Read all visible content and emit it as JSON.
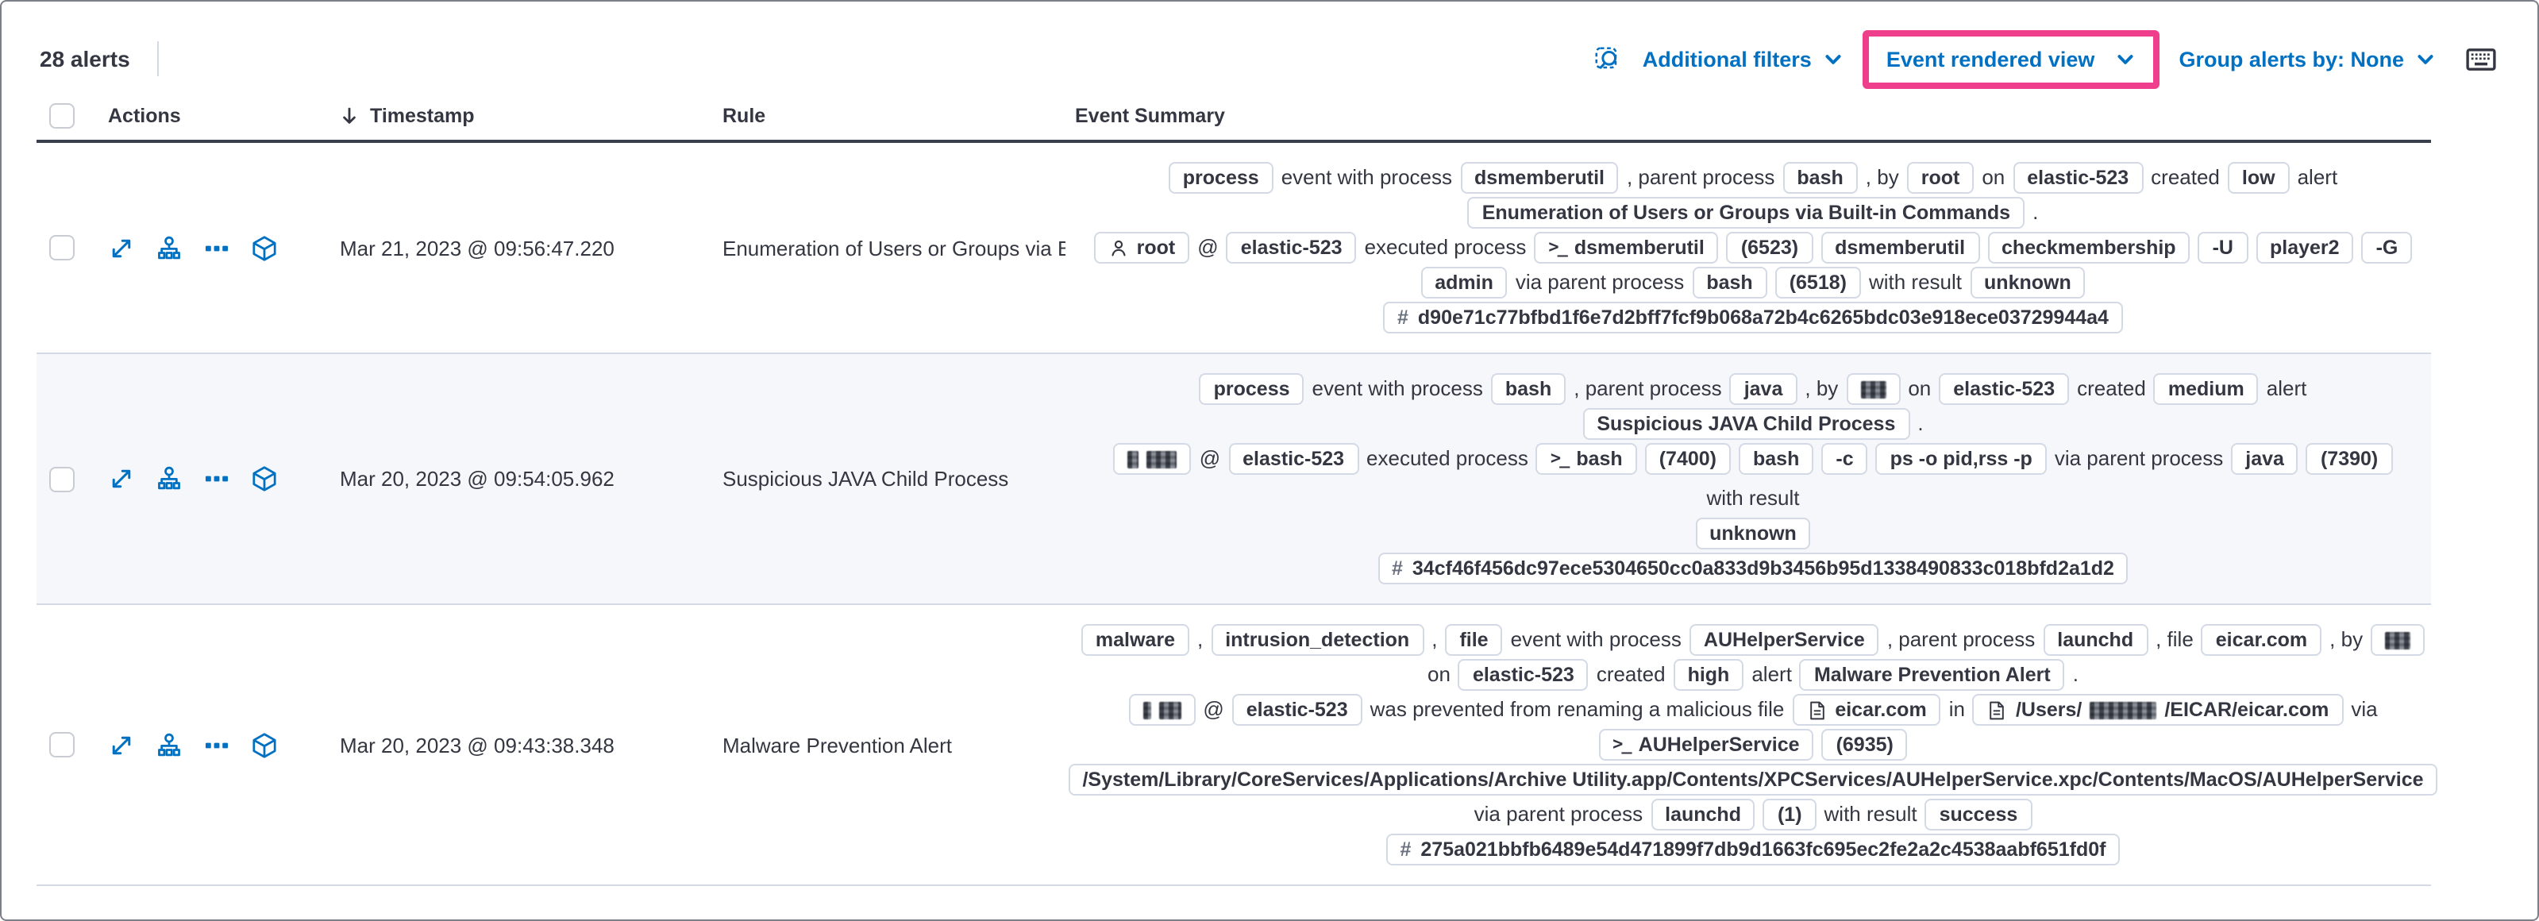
{
  "toolbar": {
    "alerts_count": "28 alerts",
    "additional_filters_label": "Additional filters",
    "view_selector_label": "Event rendered view",
    "group_by_label": "Group alerts by: None"
  },
  "table": {
    "columns": {
      "actions": "Actions",
      "timestamp": "Timestamp",
      "rule": "Rule",
      "summary": "Event Summary"
    }
  },
  "icons": {
    "toolbar": [
      "inspect-icon",
      "chevron-down-icon",
      "keyboard-icon"
    ],
    "row_actions": [
      "expand-alert-icon",
      "analyze-event-icon",
      "more-actions-icon",
      "session-view-icon"
    ],
    "badge_icons": [
      "user-icon",
      "terminal-icon",
      "file-icon",
      "hash-icon"
    ],
    "header": [
      "sort-down-icon",
      "select-all-checkbox"
    ]
  },
  "colors": {
    "link": "#0071c2",
    "highlight": "#ee3e8c",
    "text": "#343741",
    "badge_border": "#d3dae6",
    "stripe": "#f5f7fa"
  },
  "rows": [
    {
      "timestamp": "Mar 21, 2023 @ 09:56:47.220",
      "rule": "Enumeration of Users or Groups via Bui",
      "summary": [
        [
          {
            "b": 1,
            "v": "process"
          },
          {
            "v": "event with process"
          },
          {
            "b": 1,
            "v": "dsmemberutil"
          },
          {
            "v": ", parent process"
          },
          {
            "b": 1,
            "v": "bash"
          },
          {
            "v": ", by"
          },
          {
            "b": 1,
            "v": "root"
          },
          {
            "v": "on"
          },
          {
            "b": 1,
            "v": "elastic-523"
          },
          {
            "v": "created"
          },
          {
            "b": 1,
            "v": "low"
          },
          {
            "v": "alert"
          }
        ],
        [
          {
            "b": 1,
            "v": "Enumeration of Users or Groups via Built-in Commands"
          },
          {
            "v": "."
          }
        ],
        [
          {
            "b": 1,
            "i": "user",
            "v": "root"
          },
          {
            "v": "@"
          },
          {
            "b": 1,
            "v": "elastic-523"
          },
          {
            "v": "executed process"
          },
          {
            "b": 1,
            "i": "term",
            "v": "dsmemberutil"
          },
          {
            "b": 1,
            "v": "(6523)"
          },
          {
            "b": 1,
            "v": "dsmemberutil"
          },
          {
            "b": 1,
            "v": "checkmembership"
          },
          {
            "b": 1,
            "v": "-U"
          },
          {
            "b": 1,
            "v": "player2"
          },
          {
            "b": 1,
            "v": "-G"
          }
        ],
        [
          {
            "b": 1,
            "v": "admin"
          },
          {
            "v": "via parent process"
          },
          {
            "b": 1,
            "v": "bash"
          },
          {
            "b": 1,
            "v": "(6518)"
          },
          {
            "v": "with result"
          },
          {
            "b": 1,
            "v": "unknown"
          }
        ],
        [
          {
            "b": 1,
            "i": "hash",
            "v": "d90e71c77bfbd1f6e7d2bff7fcf9b068a72b4c6265bdc03e918ece03729944a4"
          }
        ]
      ]
    },
    {
      "timestamp": "Mar 20, 2023 @ 09:54:05.962",
      "rule": "Suspicious JAVA Child Process",
      "summary": [
        [
          {
            "b": 1,
            "v": "process"
          },
          {
            "v": "event with process"
          },
          {
            "b": 1,
            "v": "bash"
          },
          {
            "v": ", parent process"
          },
          {
            "b": 1,
            "v": "java"
          },
          {
            "v": ", by"
          },
          {
            "b": 1,
            "r": [
              16
            ]
          },
          {
            "v": "on"
          },
          {
            "b": 1,
            "v": "elastic-523"
          },
          {
            "v": "created"
          },
          {
            "b": 1,
            "v": "medium"
          },
          {
            "v": "alert"
          }
        ],
        [
          {
            "b": 1,
            "v": "Suspicious JAVA Child Process"
          },
          {
            "v": "."
          }
        ],
        [
          {
            "b": 1,
            "r": [
              7,
              19
            ]
          },
          {
            "v": "@"
          },
          {
            "b": 1,
            "v": "elastic-523"
          },
          {
            "v": "executed process"
          },
          {
            "b": 1,
            "i": "term",
            "v": "bash"
          },
          {
            "b": 1,
            "v": "(7400)"
          },
          {
            "b": 1,
            "v": "bash"
          },
          {
            "b": 1,
            "v": "-c"
          },
          {
            "b": 1,
            "v": "ps -o pid,rss -p"
          },
          {
            "v": "via parent process"
          },
          {
            "b": 1,
            "v": "java"
          },
          {
            "b": 1,
            "v": "(7390)"
          },
          {
            "v": "with result"
          }
        ],
        [
          {
            "b": 1,
            "v": "unknown"
          }
        ],
        [
          {
            "b": 1,
            "i": "hash",
            "v": "34cf46f456dc97ece5304650cc0a833d9b3456b95d1338490833c018bfd2a1d2"
          }
        ]
      ]
    },
    {
      "timestamp": "Mar 20, 2023 @ 09:43:38.348",
      "rule": "Malware Prevention Alert",
      "summary": [
        [
          {
            "b": 1,
            "v": "malware"
          },
          {
            "v": ","
          },
          {
            "b": 1,
            "v": "intrusion_detection"
          },
          {
            "v": ","
          },
          {
            "b": 1,
            "v": "file"
          },
          {
            "v": "event with process"
          },
          {
            "b": 1,
            "v": "AUHelperService"
          },
          {
            "v": ", parent process"
          },
          {
            "b": 1,
            "v": "launchd"
          },
          {
            "v": ", file"
          },
          {
            "b": 1,
            "v": "eicar.com"
          },
          {
            "v": ", by"
          },
          {
            "b": 1,
            "r": [
              16
            ]
          }
        ],
        [
          {
            "v": "on"
          },
          {
            "b": 1,
            "v": "elastic-523"
          },
          {
            "v": "created"
          },
          {
            "b": 1,
            "v": "high"
          },
          {
            "v": "alert"
          },
          {
            "b": 1,
            "v": "Malware Prevention Alert"
          },
          {
            "v": "."
          }
        ],
        [
          {
            "b": 1,
            "r": [
              5,
              14
            ]
          },
          {
            "v": "@"
          },
          {
            "b": 1,
            "v": "elastic-523"
          },
          {
            "v": "was prevented from renaming a malicious file"
          },
          {
            "b": 1,
            "i": "file",
            "v": "eicar.com"
          },
          {
            "v": "in"
          },
          {
            "b": 1,
            "i": "file",
            "c": [
              {
                "v": "/Users/"
              },
              {
                "r": 42
              },
              {
                "v": "/EICAR/eicar.com"
              }
            ]
          },
          {
            "v": "via"
          }
        ],
        [
          {
            "b": 1,
            "i": "term",
            "v": "AUHelperService"
          },
          {
            "b": 1,
            "v": "(6935)"
          }
        ],
        [
          {
            "b": 1,
            "v": "/System/Library/CoreServices/Applications/Archive Utility.app/Contents/XPCServices/AUHelperService.xpc/Contents/MacOS/AUHelperService"
          }
        ],
        [
          {
            "v": "via parent process"
          },
          {
            "b": 1,
            "v": "launchd"
          },
          {
            "b": 1,
            "v": "(1)"
          },
          {
            "v": "with result"
          },
          {
            "b": 1,
            "v": "success"
          }
        ],
        [
          {
            "b": 1,
            "i": "hash",
            "v": "275a021bbfb6489e54d471899f7db9d1663fc695ec2fe2a2c4538aabf651fd0f"
          }
        ]
      ]
    }
  ]
}
